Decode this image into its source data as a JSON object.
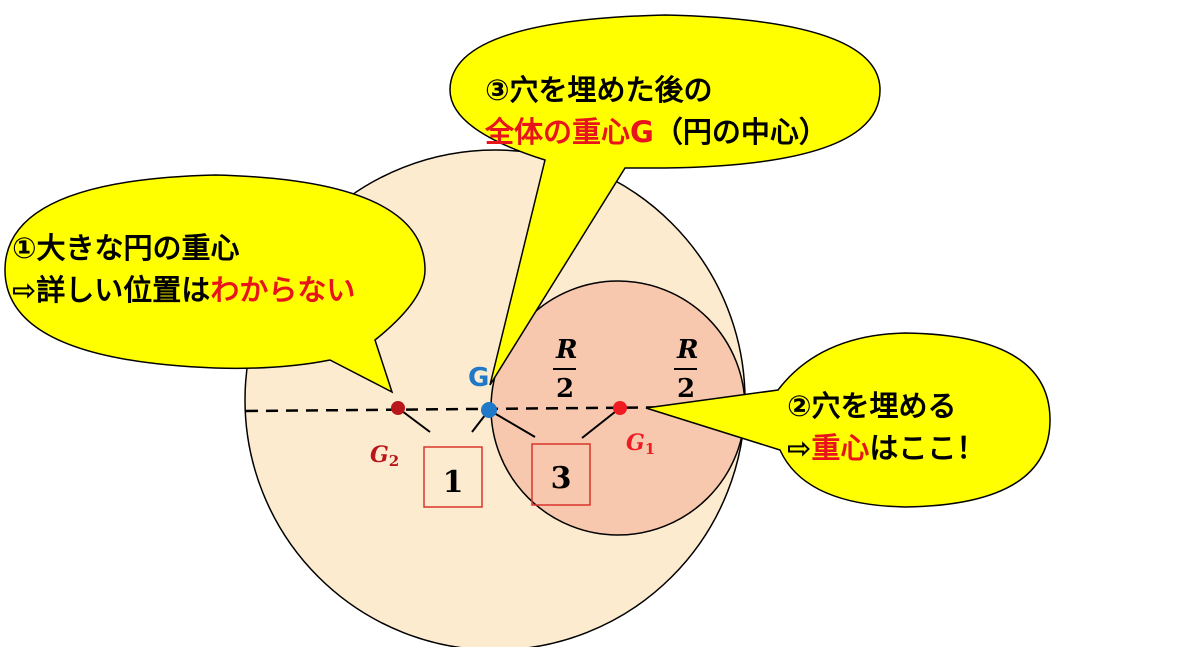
{
  "colors": {
    "big_circle_fill": "#fdebd0",
    "small_circle_fill": "#f7c8ad",
    "callout_fill": "#ffff00",
    "stroke": "#000000",
    "accent_red": "#e8141b",
    "g2_dot": "#b8161a",
    "g1_dot": "#ef1b22",
    "g_dot": "#1f78c8",
    "box_border": "#d9342b"
  },
  "callouts": {
    "one": {
      "line1": "①大きな円の重心",
      "line2_prefix": "⇨詳しい位置は",
      "line2_highlight": "わからない"
    },
    "two": {
      "line1": "②穴を埋める",
      "line2_prefix": "⇨",
      "line2_highlight": "重心",
      "line2_suffix": "はここ！"
    },
    "three": {
      "line1": "③穴を埋めた後の",
      "line2_highlight": "全体の重心G",
      "line2_suffix": "（円の中心）"
    }
  },
  "labels": {
    "g": "G",
    "g1_base": "G",
    "g1_sub": "1",
    "g2_base": "G",
    "g2_sub": "2",
    "frac_left_num": "R",
    "frac_left_den": "2",
    "frac_right_num": "R",
    "frac_right_den": "2",
    "ratio_left": "1",
    "ratio_right": "3"
  }
}
